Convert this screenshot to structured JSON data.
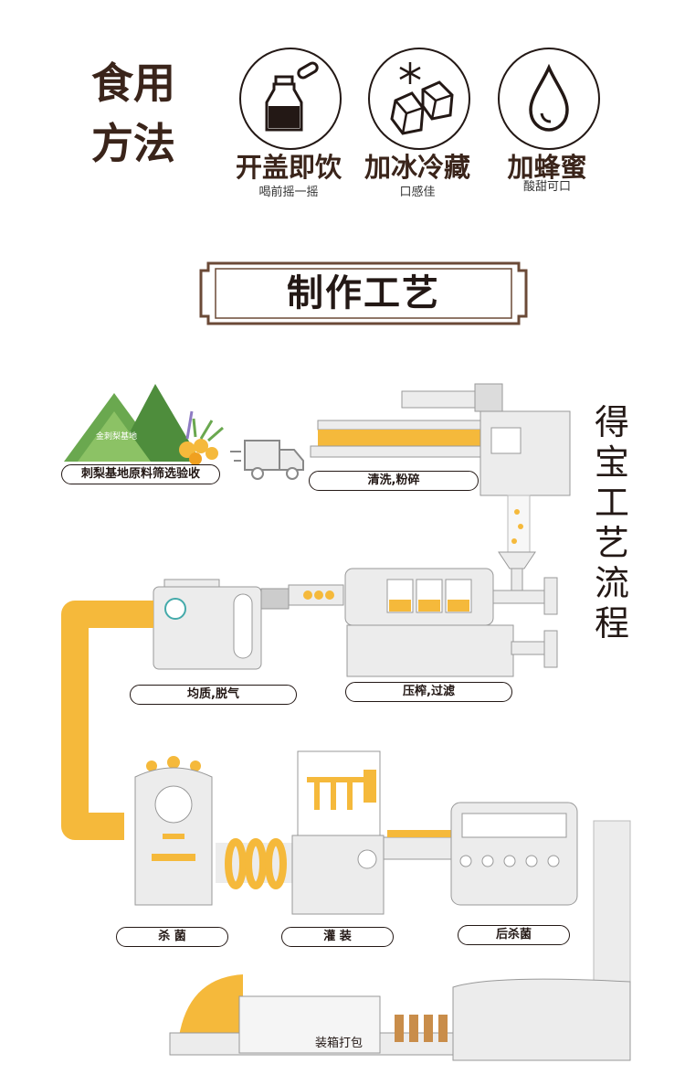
{
  "usage": {
    "title_line1": "食用",
    "title_line2": "方法",
    "items": [
      {
        "icon": "milk-bottle-icon",
        "label": "开盖即饮",
        "sub": "喝前摇一摇"
      },
      {
        "icon": "ice-cube-icon",
        "label": "加冰冷藏",
        "sub": "口感佳"
      },
      {
        "icon": "water-drop-icon",
        "label": "加蜂蜜",
        "sub": "酸甜可口"
      }
    ]
  },
  "process": {
    "title": "制作工艺",
    "side_title": "得宝工艺流程",
    "base_sign": "金刺梨基地",
    "box_label": "装箱打包",
    "steps": [
      "刺梨基地原料筛选验收",
      "清洗,粉碎",
      "均质,脱气",
      "压榨,过滤",
      "杀 菌",
      "灌 装",
      "后杀菌"
    ]
  },
  "colors": {
    "accent_yellow": "#f5b93b",
    "machine_gray": "#ececec",
    "frame_brown": "#6b4a37",
    "green": "#6aa84f"
  }
}
